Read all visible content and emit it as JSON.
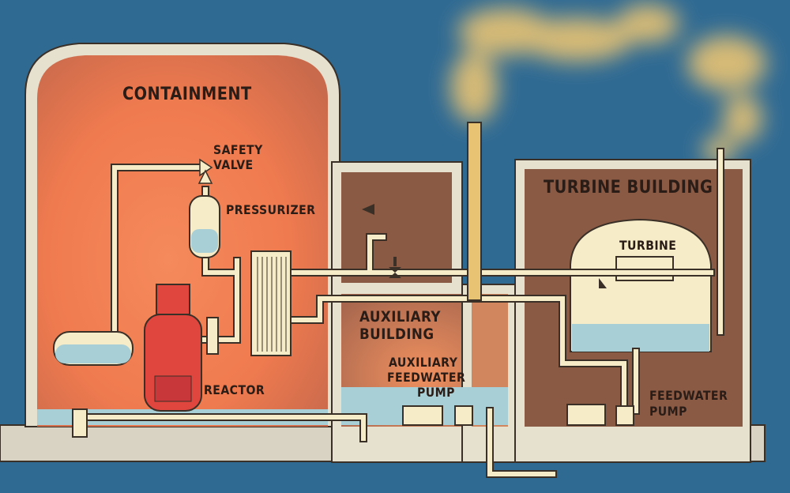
{
  "labels": {
    "containment": "CONTAINMENT",
    "safety_valve_line1": "SAFETY",
    "safety_valve_line2": "VALVE",
    "pressurizer": "PRESSURIZER",
    "reactor": "REACTOR",
    "auxiliary_building_line1": "AUXILIARY",
    "auxiliary_building_line2": "BUILDING",
    "aux_feedwater_line1": "AUXILIARY",
    "aux_feedwater_line2": "FEEDWATER",
    "aux_feedwater_line3": "PUMP",
    "turbine_building": "TURBINE BUILDING",
    "turbine": "TURBINE",
    "feedwater_pump_line1": "FEEDWATER",
    "feedwater_pump_line2": "PUMP"
  },
  "colors": {
    "sky": "#2f6a93",
    "containment_glow": "#f07a4e",
    "building_brown": "#8a5a44",
    "pipe": "#f6ecc8",
    "water": "#a9cfd6",
    "reactor": "#e0453e",
    "steam": "#e8c373",
    "label": "#2a1c16"
  }
}
